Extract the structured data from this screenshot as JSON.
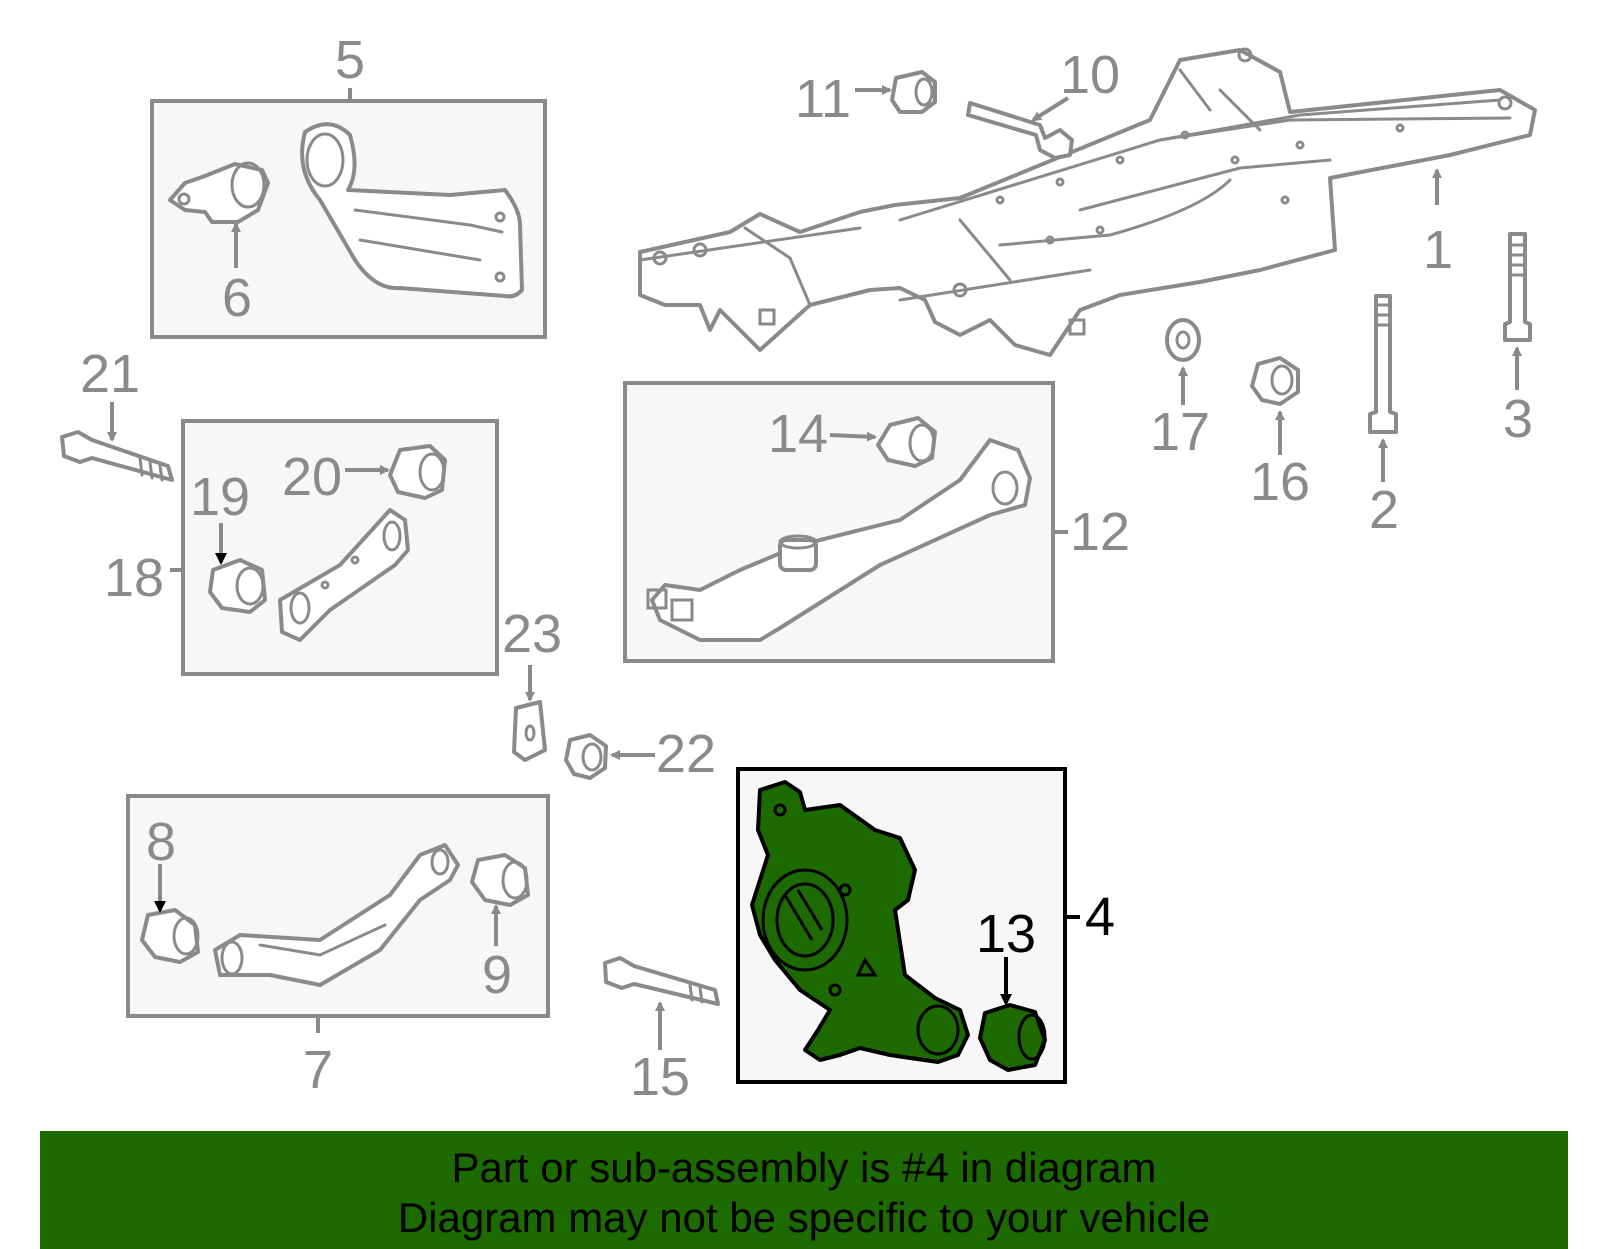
{
  "colors": {
    "highlight": "#1c6a00",
    "parts_gray": "#8a8a8a",
    "box_fill": "#f7f7f7"
  },
  "callouts": {
    "c1": "1",
    "c2": "2",
    "c3": "3",
    "c4": "4",
    "c5": "5",
    "c6": "6",
    "c7": "7",
    "c8": "8",
    "c9": "9",
    "c10": "10",
    "c11": "11",
    "c12": "12",
    "c13": "13",
    "c14": "14",
    "c15": "15",
    "c16": "16",
    "c17": "17",
    "c18": "18",
    "c19": "19",
    "c20": "20",
    "c21": "21",
    "c22": "22",
    "c23": "23"
  },
  "highlighted_part": "4",
  "banner": {
    "line1": "Part or sub-assembly is #4 in diagram",
    "line2": "Diagram may not be specific to your vehicle"
  }
}
